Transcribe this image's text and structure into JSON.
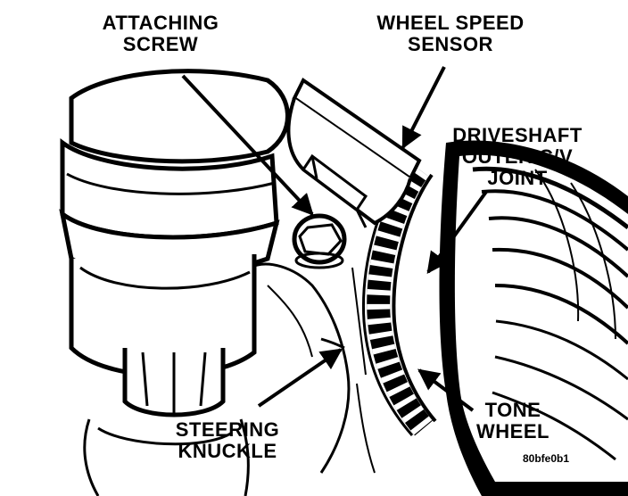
{
  "labels": {
    "attaching_screw": [
      "ATTACHING",
      "SCREW"
    ],
    "wheel_speed_sensor": [
      "WHEEL SPEED",
      "SENSOR"
    ],
    "driveshaft_joint": [
      "DRIVESHAFT",
      "OUTER C/V",
      "JOINT"
    ],
    "steering_knuckle": [
      "STEERING",
      "KNUCKLE"
    ],
    "tone_wheel": [
      "TONE",
      "WHEEL"
    ]
  },
  "figure_code": "80bfe0b1",
  "colors": {
    "ink": "#000000",
    "paper": "#ffffff"
  }
}
